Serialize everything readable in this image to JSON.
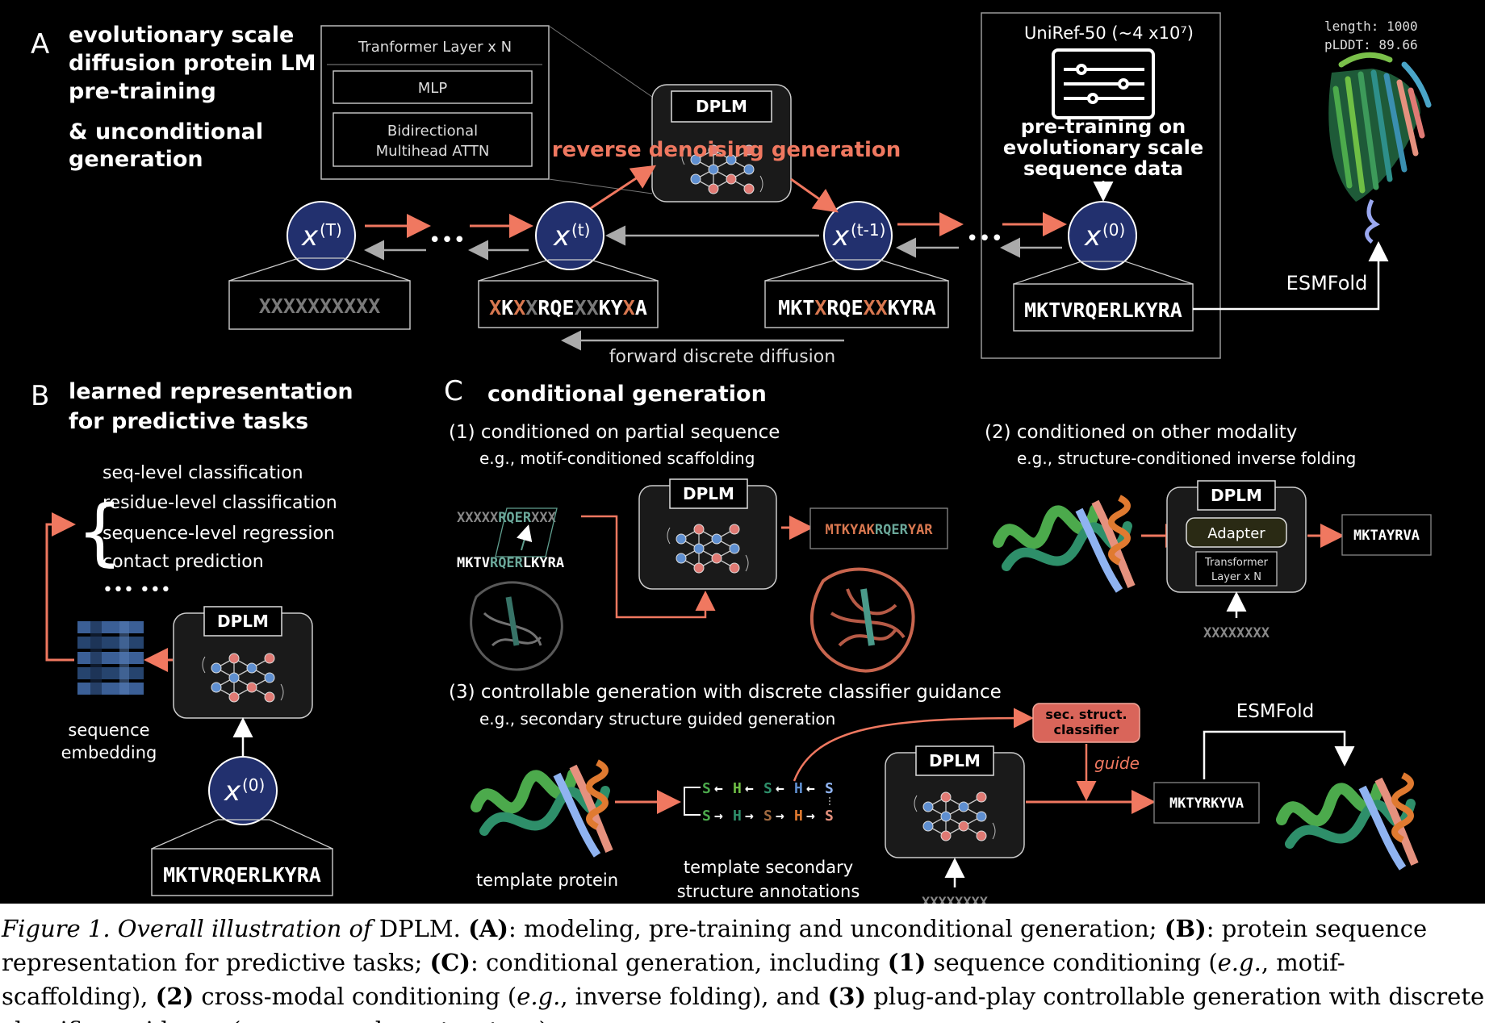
{
  "panelA": {
    "letter": "A",
    "title1": "evolutionary scale",
    "title2": "diffusion protein LM",
    "title3": "pre-training",
    "title4": "& unconditional",
    "title5": "generation",
    "transformer": "Tranformer Layer x N",
    "mlp": "MLP",
    "attn1": "Bidirectional",
    "attn2": "Multihead ATTN",
    "dplm": "DPLM",
    "reverse": "reverse denoising generation",
    "forward": "forward discrete diffusion",
    "xT": "(T)",
    "xt": "(t)",
    "xt1": "(t-1)",
    "x0": "(0)",
    "dots": "•••",
    "seqT": "XXXXXXXXXX",
    "seqt_parts": [
      "X",
      "K",
      "X",
      "X",
      "RQE",
      "X",
      "X",
      "KY",
      "X",
      "A"
    ],
    "seqt1_parts": [
      "MKT",
      "X",
      "RQE",
      "X",
      "X",
      "KYRA"
    ],
    "seq0": "MKTVRQERLKYRA",
    "uniref": "UniRef-50 (~4 x10⁷)",
    "pretrain1": "pre-training on",
    "pretrain2": "evolutionary scale",
    "pretrain3": "sequence data",
    "esmfold": "ESMFold",
    "length": "length: 1000",
    "plddt": "pLDDT: 89.66"
  },
  "panelB": {
    "letter": "B",
    "title1": "learned representation",
    "title2": "for predictive tasks",
    "tasks": [
      "seq-level classification",
      "residue-level classification",
      "sequence-level regression",
      "contact prediction"
    ],
    "more": "••• •••",
    "dplm": "DPLM",
    "emb1": "sequence",
    "emb2": "embedding",
    "x0": "(0)",
    "seq": "MKTVRQERLKYRA"
  },
  "panelC": {
    "letter": "C",
    "title": "conditional generation",
    "c1_title": "(1) conditioned on partial sequence",
    "c1_sub": "e.g., motif-conditioned scaffolding",
    "c1_masked_a": "XXXXX",
    "c1_motif": "RQER",
    "c1_masked_b": "XXX",
    "c1_full_a": "MKTV",
    "c1_full_motif": "RQER",
    "c1_full_b": "LKYRA",
    "c1_out_a": "MTKYAK",
    "c1_out_motif": "RQER",
    "c1_out_b": "YAR",
    "c2_title": "(2) conditioned on other modality",
    "c2_sub": "e.g., structure-conditioned inverse folding",
    "adapter": "Adapter",
    "tl1": "Transformer",
    "tl2": "Layer x N",
    "c2_out": "MKTAYRVA",
    "c2_mask": "XXXXXXXX",
    "c3_title": "(3) controllable generation with discrete classifier guidance",
    "c3_sub": "e.g., secondary structure guided generation",
    "template": "template protein",
    "ss1": "template secondary",
    "ss2": "structure annotations",
    "cls1": "sec. struct.",
    "cls2": "classifier",
    "guide": "guide",
    "c3_out": "MKTYRKYVA",
    "c3_mask": "XXXXXXXX",
    "esmfold": "ESMFold",
    "dplm": "DPLM"
  },
  "caption": {
    "fig": "Figure 1. Overall illustration of",
    "name": " DPLM. ",
    "a": "(A)",
    "a_text": ": modeling, pre-training and unconditional generation; ",
    "b": "(B)",
    "b_text": ": protein sequence representation for predictive tasks; ",
    "c": "(C)",
    "c_text": ": conditional generation, including ",
    "one": "(1)",
    "one_text": " sequence conditioning (",
    "eg": "e.g.",
    "one_ex": ", motif-scaffolding), ",
    "two": "(2)",
    "two_text": " cross-modal conditioning (",
    "two_ex": ", inverse folding), and ",
    "three": "(3)",
    "three_text": " plug-and-play controllable generation with discrete classifier guidance (",
    "three_ex": ", secondary structure)."
  },
  "colors": {
    "accent": "#f07860",
    "bg": "#000000",
    "gray": "#9a9a9a",
    "node_blue": "#22306e",
    "net_blue": "#5f8fd0",
    "net_red": "#e07a74"
  }
}
